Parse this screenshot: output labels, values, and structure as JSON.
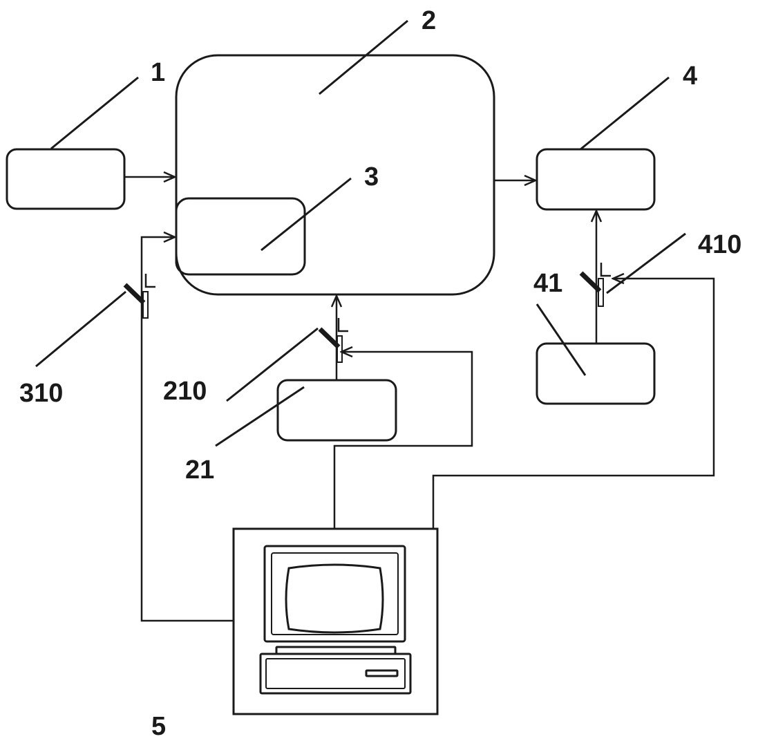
{
  "labels": {
    "1": "1",
    "2": "2",
    "3": "3",
    "4": "4",
    "5": "5",
    "21": "21",
    "41": "41",
    "210": "210",
    "310": "310",
    "410": "410"
  }
}
